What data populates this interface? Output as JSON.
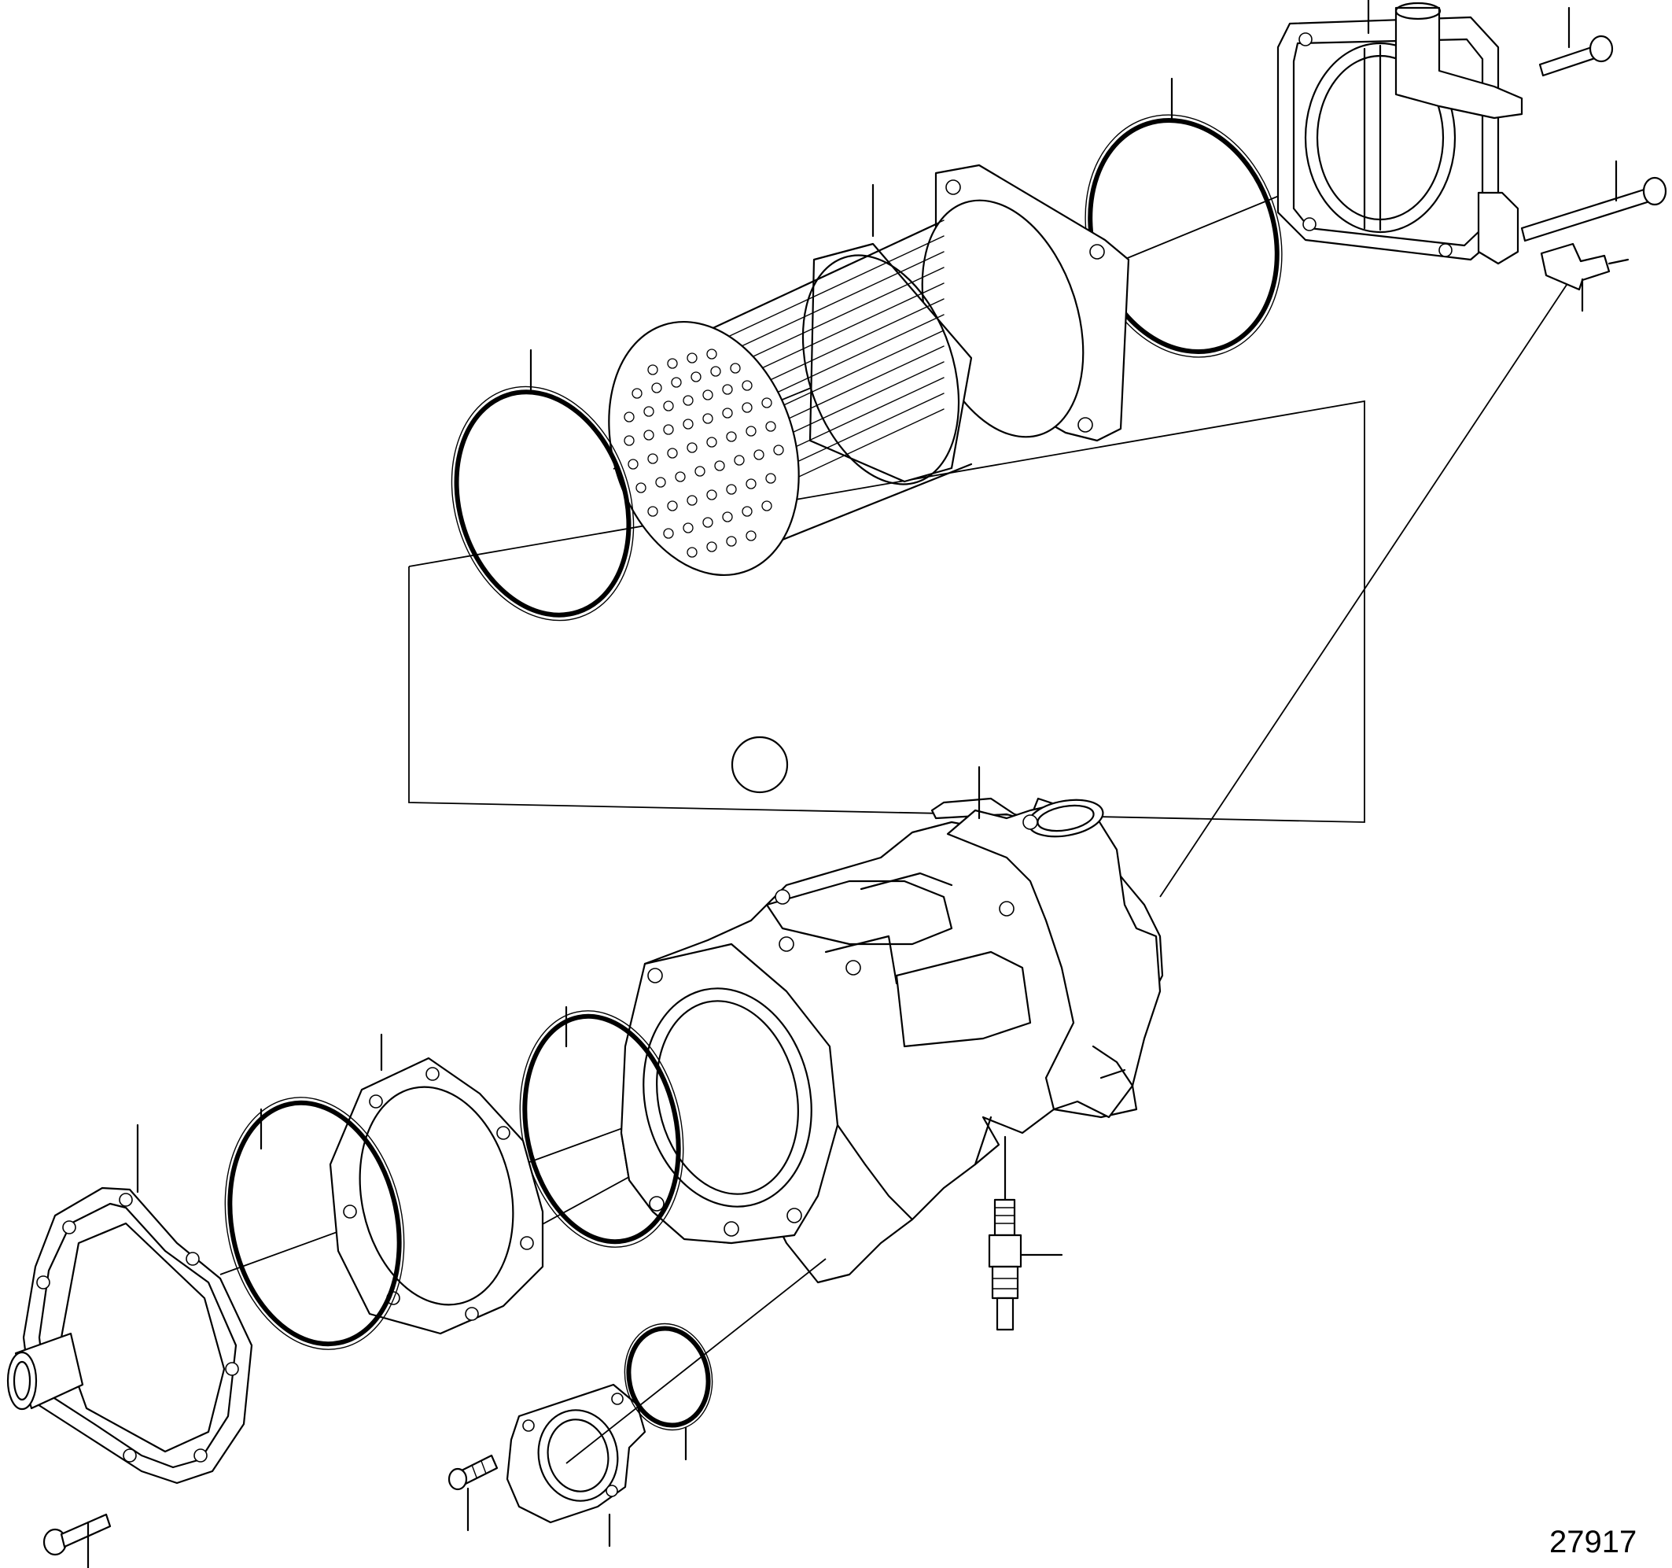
{
  "figure": {
    "number": "27917",
    "view": "exploded view",
    "parts": [
      "rear-end-cover",
      "cover-bolt",
      "nipple",
      "o-ring-rear-cover",
      "o-ring-large-rear",
      "cooler-insert",
      "o-ring-front-insert",
      "o-ring-reference",
      "cooler-housing",
      "o-ring-housing-front",
      "gasket-plate",
      "o-ring-front-cover",
      "front-end-cover",
      "connection-flange",
      "flange-o-ring",
      "flange-screw",
      "sensor-fitting",
      "front-cover-screw"
    ]
  }
}
